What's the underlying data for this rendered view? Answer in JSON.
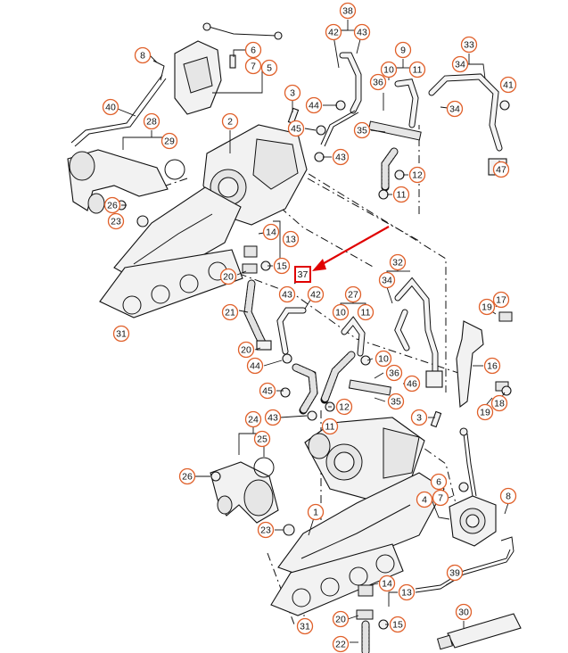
{
  "colors": {
    "callout_ring": "#e0602a",
    "highlight": "#e00000",
    "line": "#111111",
    "background": "#ffffff"
  },
  "icons": {
    "pointer": "red-arrow-icon"
  },
  "callouts": [
    {
      "id": "38",
      "label": "38"
    },
    {
      "id": "42a",
      "label": "42"
    },
    {
      "id": "43a",
      "label": "43"
    },
    {
      "id": "6a",
      "label": "6"
    },
    {
      "id": "8a",
      "label": "8"
    },
    {
      "id": "7a",
      "label": "7"
    },
    {
      "id": "5",
      "label": "5"
    },
    {
      "id": "9",
      "label": "9"
    },
    {
      "id": "10a",
      "label": "10"
    },
    {
      "id": "11a",
      "label": "11"
    },
    {
      "id": "36a",
      "label": "36"
    },
    {
      "id": "33",
      "label": "33"
    },
    {
      "id": "34a",
      "label": "34"
    },
    {
      "id": "41",
      "label": "41"
    },
    {
      "id": "34b",
      "label": "34"
    },
    {
      "id": "40",
      "label": "40"
    },
    {
      "id": "3a",
      "label": "3"
    },
    {
      "id": "44a",
      "label": "44"
    },
    {
      "id": "35a",
      "label": "35"
    },
    {
      "id": "28",
      "label": "28"
    },
    {
      "id": "29",
      "label": "29"
    },
    {
      "id": "2",
      "label": "2"
    },
    {
      "id": "45a",
      "label": "45"
    },
    {
      "id": "43b",
      "label": "43"
    },
    {
      "id": "12a",
      "label": "12"
    },
    {
      "id": "47",
      "label": "47"
    },
    {
      "id": "11b",
      "label": "11"
    },
    {
      "id": "26a",
      "label": "26"
    },
    {
      "id": "23a",
      "label": "23"
    },
    {
      "id": "14a",
      "label": "14"
    },
    {
      "id": "13a",
      "label": "13"
    },
    {
      "id": "15a",
      "label": "15"
    },
    {
      "id": "20a",
      "label": "20"
    },
    {
      "id": "32",
      "label": "32"
    },
    {
      "id": "34c",
      "label": "34"
    },
    {
      "id": "43c",
      "label": "43"
    },
    {
      "id": "42b",
      "label": "42"
    },
    {
      "id": "27",
      "label": "27"
    },
    {
      "id": "10b",
      "label": "10"
    },
    {
      "id": "11c",
      "label": "11"
    },
    {
      "id": "19a",
      "label": "19"
    },
    {
      "id": "17",
      "label": "17"
    },
    {
      "id": "21",
      "label": "21"
    },
    {
      "id": "31a",
      "label": "31"
    },
    {
      "id": "20b",
      "label": "20"
    },
    {
      "id": "44b",
      "label": "44"
    },
    {
      "id": "10c",
      "label": "10"
    },
    {
      "id": "16",
      "label": "16"
    },
    {
      "id": "36b",
      "label": "36"
    },
    {
      "id": "46",
      "label": "46"
    },
    {
      "id": "45b",
      "label": "45"
    },
    {
      "id": "35b",
      "label": "35"
    },
    {
      "id": "19b",
      "label": "19"
    },
    {
      "id": "18",
      "label": "18"
    },
    {
      "id": "43d",
      "label": "43"
    },
    {
      "id": "12b",
      "label": "12"
    },
    {
      "id": "3b",
      "label": "3"
    },
    {
      "id": "11d",
      "label": "11"
    },
    {
      "id": "24",
      "label": "24"
    },
    {
      "id": "25",
      "label": "25"
    },
    {
      "id": "26b",
      "label": "26"
    },
    {
      "id": "6b",
      "label": "6"
    },
    {
      "id": "7b",
      "label": "7"
    },
    {
      "id": "4",
      "label": "4"
    },
    {
      "id": "8b",
      "label": "8"
    },
    {
      "id": "1",
      "label": "1"
    },
    {
      "id": "23b",
      "label": "23"
    },
    {
      "id": "39",
      "label": "39"
    },
    {
      "id": "14b",
      "label": "14"
    },
    {
      "id": "13b",
      "label": "13"
    },
    {
      "id": "30",
      "label": "30"
    },
    {
      "id": "20c",
      "label": "20"
    },
    {
      "id": "15b",
      "label": "15"
    },
    {
      "id": "31b",
      "label": "31"
    },
    {
      "id": "22",
      "label": "22"
    }
  ],
  "highlight": {
    "label": "37"
  }
}
